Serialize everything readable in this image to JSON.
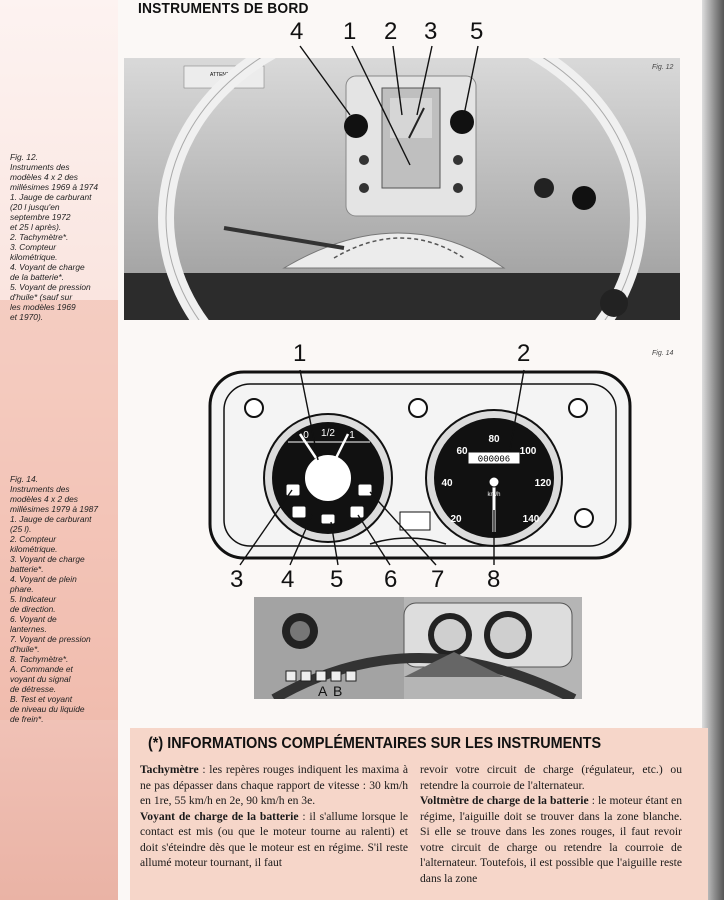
{
  "header": {
    "title": "INSTRUMENTS DE BORD"
  },
  "figures": {
    "fig12": {
      "tag": "Fig. 12",
      "caption": "Fig. 12.\nInstruments des\nmodèles 4 x 2 des\nmillésimes 1969 à 1974\n1. Jauge de carburant\n(20 l jusqu'en\nseptembre 1972\net 25 l après).\n2. Tachymètre*.\n3. Compteur\nkilométrique.\n4. Voyant de charge\nde la batterie*.\n5. Voyant de pression\nd'huile* (sauf sur\nles modèles 1969\net 1970).",
      "callouts": [
        "4",
        "1",
        "2",
        "3",
        "5"
      ],
      "warning_label": "ATTENTION"
    },
    "fig14": {
      "tag": "Fig. 14",
      "caption": "Fig. 14.\nInstruments des\nmodèles 4 x 2 des\nmillésimes 1979 à 1987\n1. Jauge de carburant\n(25 l).\n2. Compteur\nkilométrique.\n3. Voyant de charge\nbatterie*.\n4. Voyant de plein\nphare.\n5. Indicateur\nde direction.\n6. Voyant de\nlanternes.\n7. Voyant de pression\nd'huile*.\n8. Tachymètre*.\nA. Commande et\nvoyant du signal\nde détresse.\nB. Test et voyant\nde niveau du liquide\nde frein*.",
      "callouts_top": [
        "1",
        "2"
      ],
      "callouts_bottom": [
        "3",
        "4",
        "5",
        "6",
        "7",
        "8"
      ],
      "ab_labels": [
        "A",
        "B"
      ],
      "fuel_gauge": {
        "marks": [
          "0",
          "1/2",
          "1"
        ]
      },
      "speedo": {
        "marks": [
          "20",
          "40",
          "60",
          "80",
          "100",
          "120",
          "140"
        ],
        "unit": "km/h",
        "odometer": "000006"
      }
    }
  },
  "info": {
    "title": "(*) INFORMATIONS COMPLÉMENTAIRES SUR LES INSTRUMENTS",
    "col1": [
      {
        "term": "Tachymètre",
        "text": " : les repères rouges indiquent les maxima à ne pas dépasser dans chaque rapport de vitesse : 30 km/h en 1re, 55 km/h en 2e, 90 km/h en 3e."
      },
      {
        "term": "Voyant de charge de la batterie",
        "text": " : il s'allume lorsque le contact est mis (ou que le moteur tourne au ralenti) et doit s'éteindre dès que le moteur est en régime. S'il reste allumé moteur tournant, il faut"
      }
    ],
    "col2": [
      {
        "term": "",
        "text": "revoir votre circuit de charge (régulateur, etc.) ou retendre la courroie de l'alternateur."
      },
      {
        "term": "Voltmètre de charge de la batterie",
        "text": " : le moteur étant en régime, l'aiguille doit se trouver dans la zone blanche. Si elle se trouve dans les zones rouges, il faut revoir votre circuit de charge ou retendre la courroie de l'alternateur. Toutefois, il est possible que l'aiguille reste dans la zone"
      }
    ]
  },
  "colors": {
    "accent_pink": "#f1b8a8",
    "info_bg": "#f6d6c9"
  }
}
